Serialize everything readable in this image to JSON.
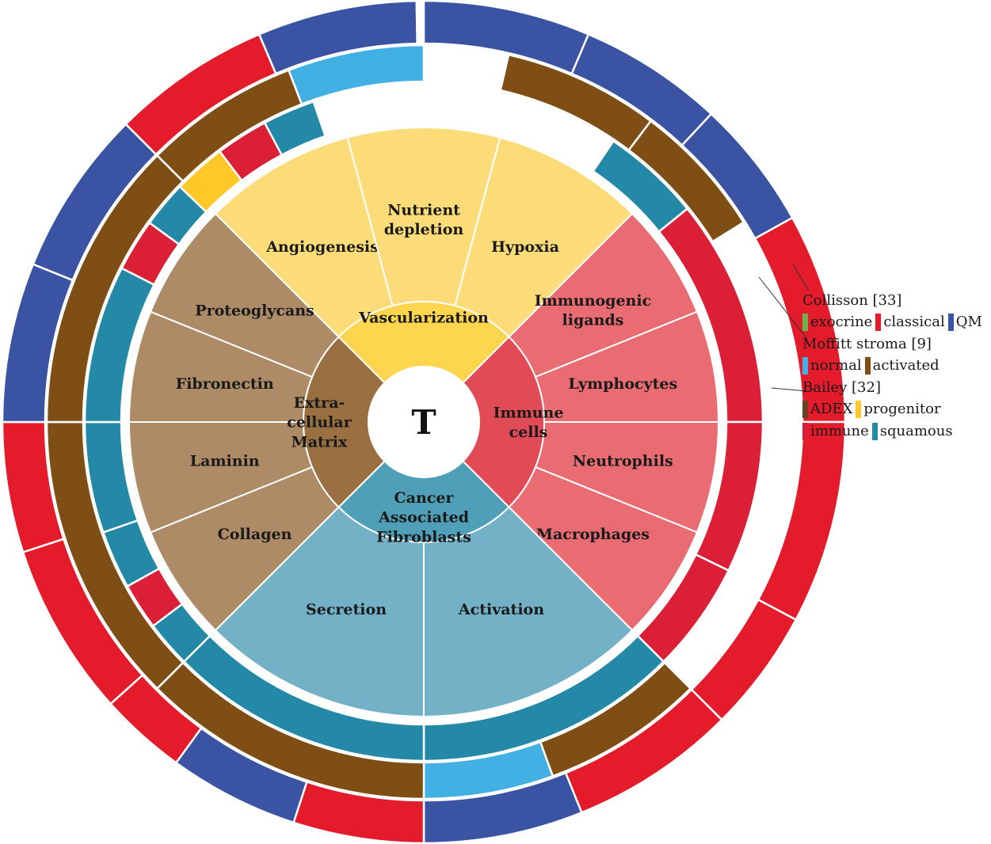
{
  "center_label": "T",
  "colors": {
    "vasc_inner": "#FDD54E",
    "vasc_outer": "#FCDC78",
    "immune_inner": "#E04B55",
    "immune_outer": "#E86C72",
    "caf_inner": "#509FB8",
    "caf_outer": "#72B1C6",
    "ecm_inner": "#9A7042",
    "ecm_outer": "#AC8B66",
    "green": "#6CB34B",
    "red": "#E31B2A",
    "qm_blue": "#3A53A3",
    "light_blue": "#43B0E3",
    "brown": "#7E4E14",
    "yellow": "#FDC828",
    "crimson": "#DA1F37",
    "teal": "#2489A7",
    "adex_brown": "#6B3F28"
  },
  "categories": [
    {
      "id": "vasc",
      "label": "Vascularization",
      "lines": [
        "Vascularization"
      ],
      "color_key": "vasc",
      "subs": [
        {
          "lines": [
            "Angiogenesis"
          ]
        },
        {
          "lines": [
            "Nutrient",
            "depletion"
          ]
        },
        {
          "lines": [
            "Hypoxia"
          ]
        }
      ]
    },
    {
      "id": "immune",
      "label": "Immune cells",
      "lines": [
        "Immune",
        "cells"
      ],
      "color_key": "immune",
      "subs": [
        {
          "lines": [
            "Immunogenic",
            "ligands"
          ]
        },
        {
          "lines": [
            "Lymphocytes"
          ]
        },
        {
          "lines": [
            "Neutrophils"
          ]
        },
        {
          "lines": [
            "Macrophages"
          ]
        }
      ]
    },
    {
      "id": "caf",
      "label": "Cancer Associated Fibroblasts",
      "lines": [
        "Cancer",
        "Associated",
        "Fibroblasts"
      ],
      "color_key": "caf",
      "subs": [
        {
          "lines": [
            "Activation"
          ]
        },
        {
          "lines": [
            "Secretion"
          ]
        }
      ]
    },
    {
      "id": "ecm",
      "label": "Extra-cellular Matrix",
      "lines": [
        "Extra-",
        "cellular",
        "Matrix"
      ],
      "color_key": "ecm",
      "subs": [
        {
          "lines": [
            "Collagen"
          ]
        },
        {
          "lines": [
            "Laminin"
          ]
        },
        {
          "lines": [
            "Fibronectin"
          ]
        },
        {
          "lines": [
            "Proteoglycans"
          ]
        }
      ]
    }
  ],
  "rings": {
    "bailey": [
      {
        "start": 34,
        "end": 51,
        "color": "teal"
      },
      {
        "start": 51,
        "end": 90,
        "color": "crimson"
      },
      {
        "start": 90,
        "end": 116,
        "color": "crimson"
      },
      {
        "start": 116,
        "end": 135,
        "color": "crimson"
      },
      {
        "start": 135,
        "end": 180,
        "color": "teal"
      },
      {
        "start": 180,
        "end": 225,
        "color": "teal"
      },
      {
        "start": 225,
        "end": 233,
        "color": "teal"
      },
      {
        "start": 233,
        "end": 241,
        "color": "crimson"
      },
      {
        "start": 241,
        "end": 251,
        "color": "teal"
      },
      {
        "start": 251,
        "end": 270,
        "color": "teal"
      },
      {
        "start": 270,
        "end": 297,
        "color": "teal"
      },
      {
        "start": 297,
        "end": 306,
        "color": "crimson"
      },
      {
        "start": 306,
        "end": 314,
        "color": "teal"
      },
      {
        "start": 314,
        "end": 323,
        "color": "yellow"
      },
      {
        "start": 323,
        "end": 332,
        "color": "crimson"
      },
      {
        "start": 332,
        "end": 341,
        "color": "teal"
      }
    ],
    "moffitt": [
      {
        "start": 13,
        "end": 37,
        "color": "brown"
      },
      {
        "start": 37,
        "end": 58,
        "color": "brown"
      },
      {
        "start": 135,
        "end": 160,
        "color": "brown"
      },
      {
        "start": 160,
        "end": 180,
        "color": "light_blue"
      },
      {
        "start": 180,
        "end": 225,
        "color": "brown"
      },
      {
        "start": 225,
        "end": 270,
        "color": "brown"
      },
      {
        "start": 270,
        "end": 315,
        "color": "brown"
      },
      {
        "start": 315,
        "end": 339,
        "color": "brown"
      },
      {
        "start": 339,
        "end": 360,
        "color": "light_blue"
      }
    ],
    "collisson": [
      {
        "start": 0,
        "end": 23,
        "color": "qm_blue"
      },
      {
        "start": 23,
        "end": 43,
        "color": "qm_blue"
      },
      {
        "start": 43,
        "end": 61,
        "color": "qm_blue"
      },
      {
        "start": 61,
        "end": 90,
        "color": "red"
      },
      {
        "start": 90,
        "end": 118,
        "color": "red"
      },
      {
        "start": 118,
        "end": 135,
        "color": "red"
      },
      {
        "start": 135,
        "end": 158,
        "color": "red"
      },
      {
        "start": 158,
        "end": 180,
        "color": "qm_blue"
      },
      {
        "start": 180,
        "end": 198,
        "color": "red"
      },
      {
        "start": 198,
        "end": 216,
        "color": "qm_blue"
      },
      {
        "start": 216,
        "end": 228,
        "color": "red"
      },
      {
        "start": 228,
        "end": 252,
        "color": "red"
      },
      {
        "start": 252,
        "end": 270,
        "color": "red"
      },
      {
        "start": 270,
        "end": 292,
        "color": "qm_blue"
      },
      {
        "start": 292,
        "end": 315,
        "color": "qm_blue"
      },
      {
        "start": 315,
        "end": 337,
        "color": "red"
      },
      {
        "start": 337,
        "end": 359,
        "color": "qm_blue"
      }
    ]
  },
  "legend": {
    "collisson": {
      "title": "Collisson [33]",
      "items": [
        {
          "label": "exocrine",
          "color": "green"
        },
        {
          "label": "classical",
          "color": "red"
        },
        {
          "label": "QM",
          "color": "qm_blue"
        }
      ]
    },
    "moffitt": {
      "title": "Moffitt stroma [9]",
      "items": [
        {
          "label": "normal",
          "color": "light_blue"
        },
        {
          "label": "activated",
          "color": "brown"
        }
      ]
    },
    "bailey": {
      "title": "Bailey [32]",
      "items": [
        {
          "label": "ADEX",
          "color": "adex_brown"
        },
        {
          "label": "progenitor",
          "color": "yellow"
        },
        {
          "label": "immune",
          "color": "crimson"
        },
        {
          "label": "squamous",
          "color": "teal"
        }
      ]
    }
  }
}
